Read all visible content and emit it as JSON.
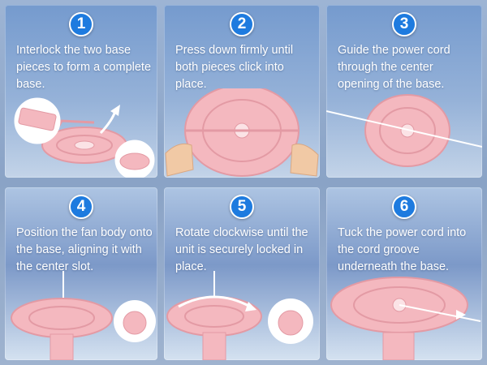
{
  "steps": [
    {
      "number": "1",
      "text": "Interlock the two base pieces to form a complete base."
    },
    {
      "number": "2",
      "text": "Press down firmly until both pieces click into place."
    },
    {
      "number": "3",
      "text": "Guide the power cord through the center opening of the base."
    },
    {
      "number": "4",
      "text": "Position the fan body onto the base, aligning it with the center slot."
    },
    {
      "number": "5",
      "text": "Rotate clockwise until the unit is securely locked in place."
    },
    {
      "number": "6",
      "text": "Tuck the power cord into the cord groove underneath the base."
    }
  ],
  "colors": {
    "badge": "#1e7bdf",
    "base_pink": "#f4b8bf",
    "base_pink_dark": "#e39aa4",
    "cord": "#ffffff"
  },
  "icons": {
    "arrow": "curved-arrow-icon",
    "circle": "zoom-circle-icon"
  }
}
